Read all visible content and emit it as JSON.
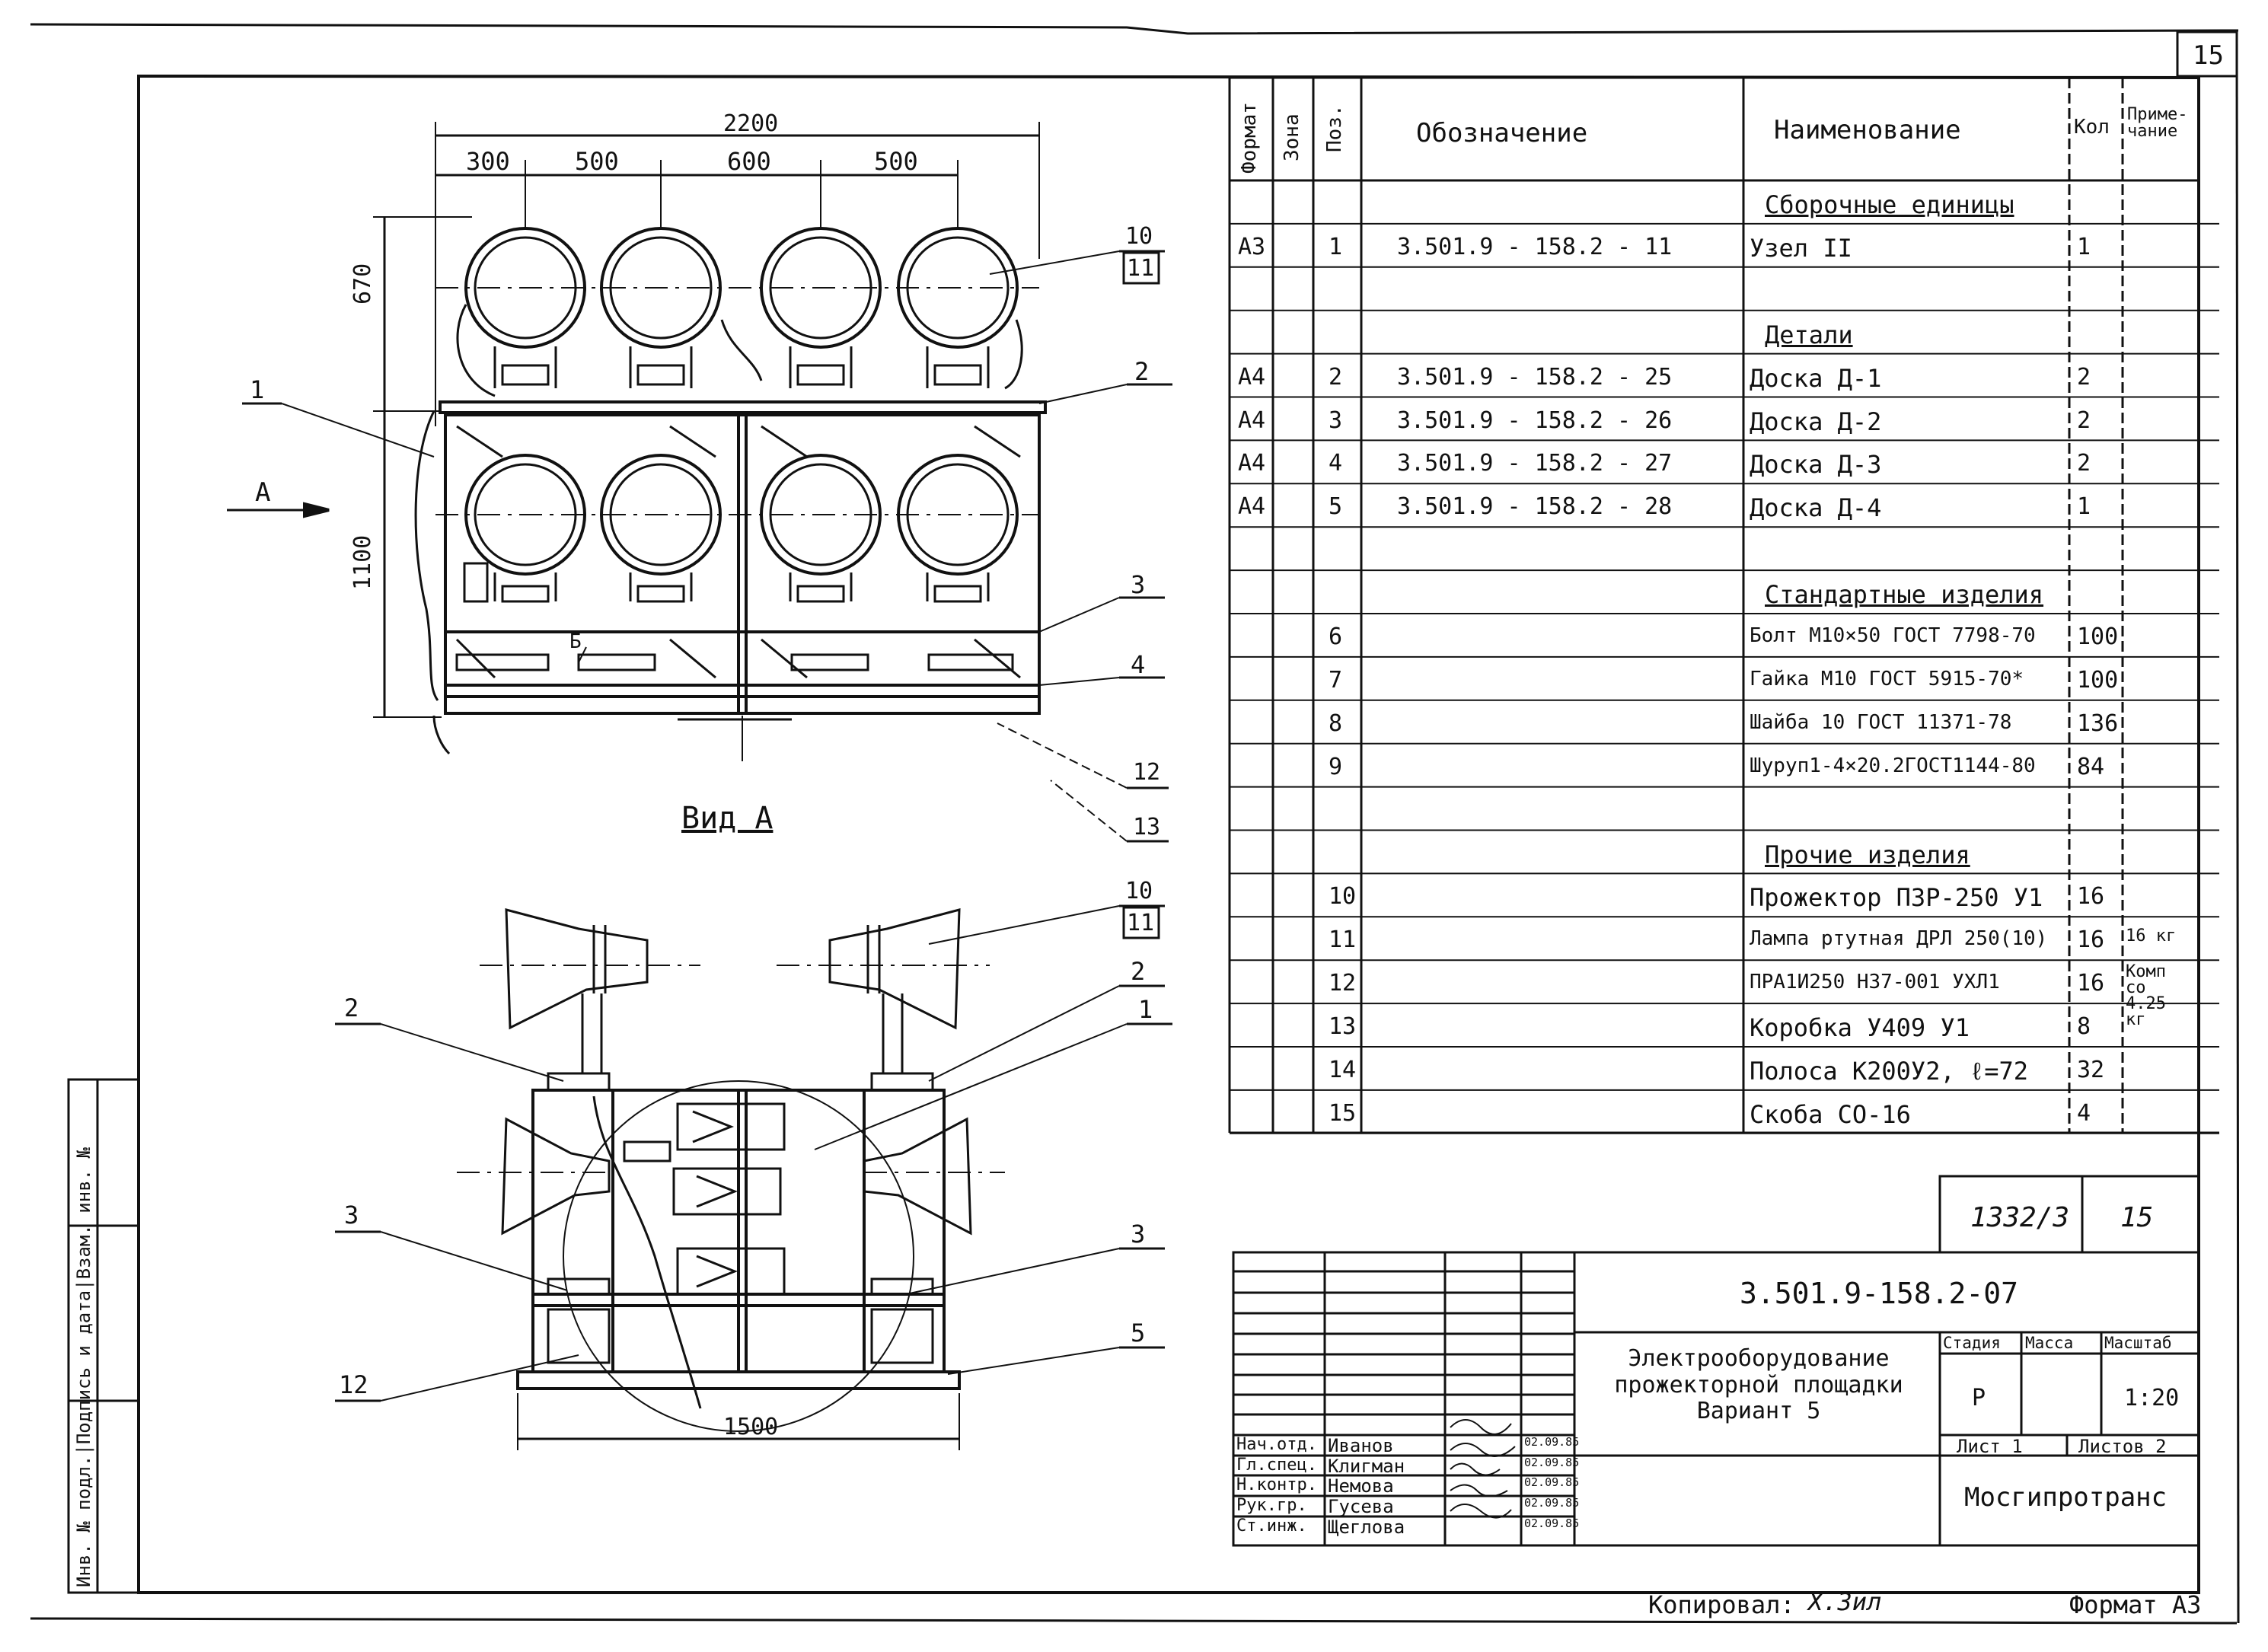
{
  "sheet": {
    "page_number": "15",
    "format_label": "Формат А3",
    "copied_by_label": "Копировал:",
    "copied_by_sign": "Х.Зил",
    "side_stamp": "Инв. № подл.|Подпись и дата|Взам. инв. №"
  },
  "drawing": {
    "top_view": {
      "dims": {
        "overall": "2200",
        "d1": "300",
        "d2": "500",
        "d3": "600",
        "d4": "500",
        "h1": "670",
        "h2": "1100"
      },
      "view_arrow_label": "А",
      "small_label": "Б",
      "callouts": [
        "1",
        "2",
        "3",
        "4",
        "10",
        "11",
        "12",
        "13"
      ]
    },
    "view_a": {
      "title": "Вид А",
      "dim_width": "1500",
      "callouts_left": [
        "2",
        "3",
        "12"
      ],
      "callouts_right": [
        "10",
        "11",
        "2",
        "1",
        "3",
        "5"
      ]
    }
  },
  "spec": {
    "headers": {
      "format": "Формат",
      "zone": "Зона",
      "pos": "Поз.",
      "designation": "Обозначение",
      "name": "Наименование",
      "qty": "Кол",
      "note": "Приме-чание"
    },
    "rows": [
      {
        "fmt": "",
        "pos": "",
        "des": "",
        "name": "Сборочные единицы",
        "qty": "",
        "note": "",
        "section": true
      },
      {
        "fmt": "А3",
        "pos": "1",
        "des": "3.501.9 - 158.2 - 11",
        "name": "Узел II",
        "qty": "1",
        "note": ""
      },
      {
        "fmt": "",
        "pos": "",
        "des": "",
        "name": "",
        "qty": "",
        "note": ""
      },
      {
        "fmt": "",
        "pos": "",
        "des": "",
        "name": "Детали",
        "qty": "",
        "note": "",
        "section": true
      },
      {
        "fmt": "А4",
        "pos": "2",
        "des": "3.501.9 - 158.2 - 25",
        "name": "Доска Д-1",
        "qty": "2",
        "note": ""
      },
      {
        "fmt": "А4",
        "pos": "3",
        "des": "3.501.9 - 158.2 - 26",
        "name": "Доска Д-2",
        "qty": "2",
        "note": ""
      },
      {
        "fmt": "А4",
        "pos": "4",
        "des": "3.501.9 - 158.2 - 27",
        "name": "Доска Д-3",
        "qty": "2",
        "note": ""
      },
      {
        "fmt": "А4",
        "pos": "5",
        "des": "3.501.9 - 158.2 - 28",
        "name": "Доска Д-4",
        "qty": "1",
        "note": ""
      },
      {
        "fmt": "",
        "pos": "",
        "des": "",
        "name": "",
        "qty": "",
        "note": ""
      },
      {
        "fmt": "",
        "pos": "",
        "des": "",
        "name": "Стандартные изделия",
        "qty": "",
        "note": "",
        "section": true
      },
      {
        "fmt": "",
        "pos": "6",
        "des": "",
        "name": "Болт М10×50 ГОСТ 7798-70",
        "qty": "100",
        "note": ""
      },
      {
        "fmt": "",
        "pos": "7",
        "des": "",
        "name": "Гайка М10 ГОСТ 5915-70*",
        "qty": "100",
        "note": ""
      },
      {
        "fmt": "",
        "pos": "8",
        "des": "",
        "name": "Шайба 10 ГОСТ 11371-78",
        "qty": "136",
        "note": ""
      },
      {
        "fmt": "",
        "pos": "9",
        "des": "",
        "name": "Шуруп1-4×20.2ГОСТ1144-80",
        "qty": "84",
        "note": ""
      },
      {
        "fmt": "",
        "pos": "",
        "des": "",
        "name": "",
        "qty": "",
        "note": ""
      },
      {
        "fmt": "",
        "pos": "",
        "des": "",
        "name": "Прочие изделия",
        "qty": "",
        "note": "",
        "section": true
      },
      {
        "fmt": "",
        "pos": "10",
        "des": "",
        "name": "Прожектор ПЗР-250 У1",
        "qty": "16",
        "note": ""
      },
      {
        "fmt": "",
        "pos": "11",
        "des": "",
        "name": "Лампа ртутная ДРЛ 250(10)",
        "qty": "16",
        "note": "16 кг"
      },
      {
        "fmt": "",
        "pos": "12",
        "des": "",
        "name": "ПРА1И250 Н37-001 УХЛ1",
        "qty": "16",
        "note": "Комп со 4.25 кг"
      },
      {
        "fmt": "",
        "pos": "13",
        "des": "",
        "name": "Коробка У409 У1",
        "qty": "8",
        "note": ""
      },
      {
        "fmt": "",
        "pos": "14",
        "des": "",
        "name": "Полоса К200У2, ℓ=72",
        "qty": "32",
        "note": ""
      },
      {
        "fmt": "",
        "pos": "15",
        "des": "",
        "name": "Скоба СО-16",
        "qty": "4",
        "note": ""
      }
    ]
  },
  "stamp": {
    "archive_no": "1332/3",
    "archive_sheet": "15",
    "doc_code": "3.501.9-158.2-07",
    "title": "Электрооборудование прожекторной площадки Вариант 5",
    "stage_label": "Стадия",
    "mass_label": "Масса",
    "scale_label": "Масштаб",
    "stage": "Р",
    "scale": "1:20",
    "sheet_label": "Лист 1",
    "sheets_label": "Листов 2",
    "org": "Мосгипротранс",
    "people": [
      {
        "role": "Нач.отд.",
        "name": "Иванов",
        "date": "02.09.85"
      },
      {
        "role": "Гл.спец.",
        "name": "Клигман",
        "date": "02.09.85"
      },
      {
        "role": "Н.контр.",
        "name": "Немова",
        "date": "02.09.85"
      },
      {
        "role": "Рук.гр.",
        "name": "Гусева",
        "date": "02.09.85"
      },
      {
        "role": "Ст.инж.",
        "name": "Щеглова",
        "date": "02.09.85"
      }
    ]
  }
}
